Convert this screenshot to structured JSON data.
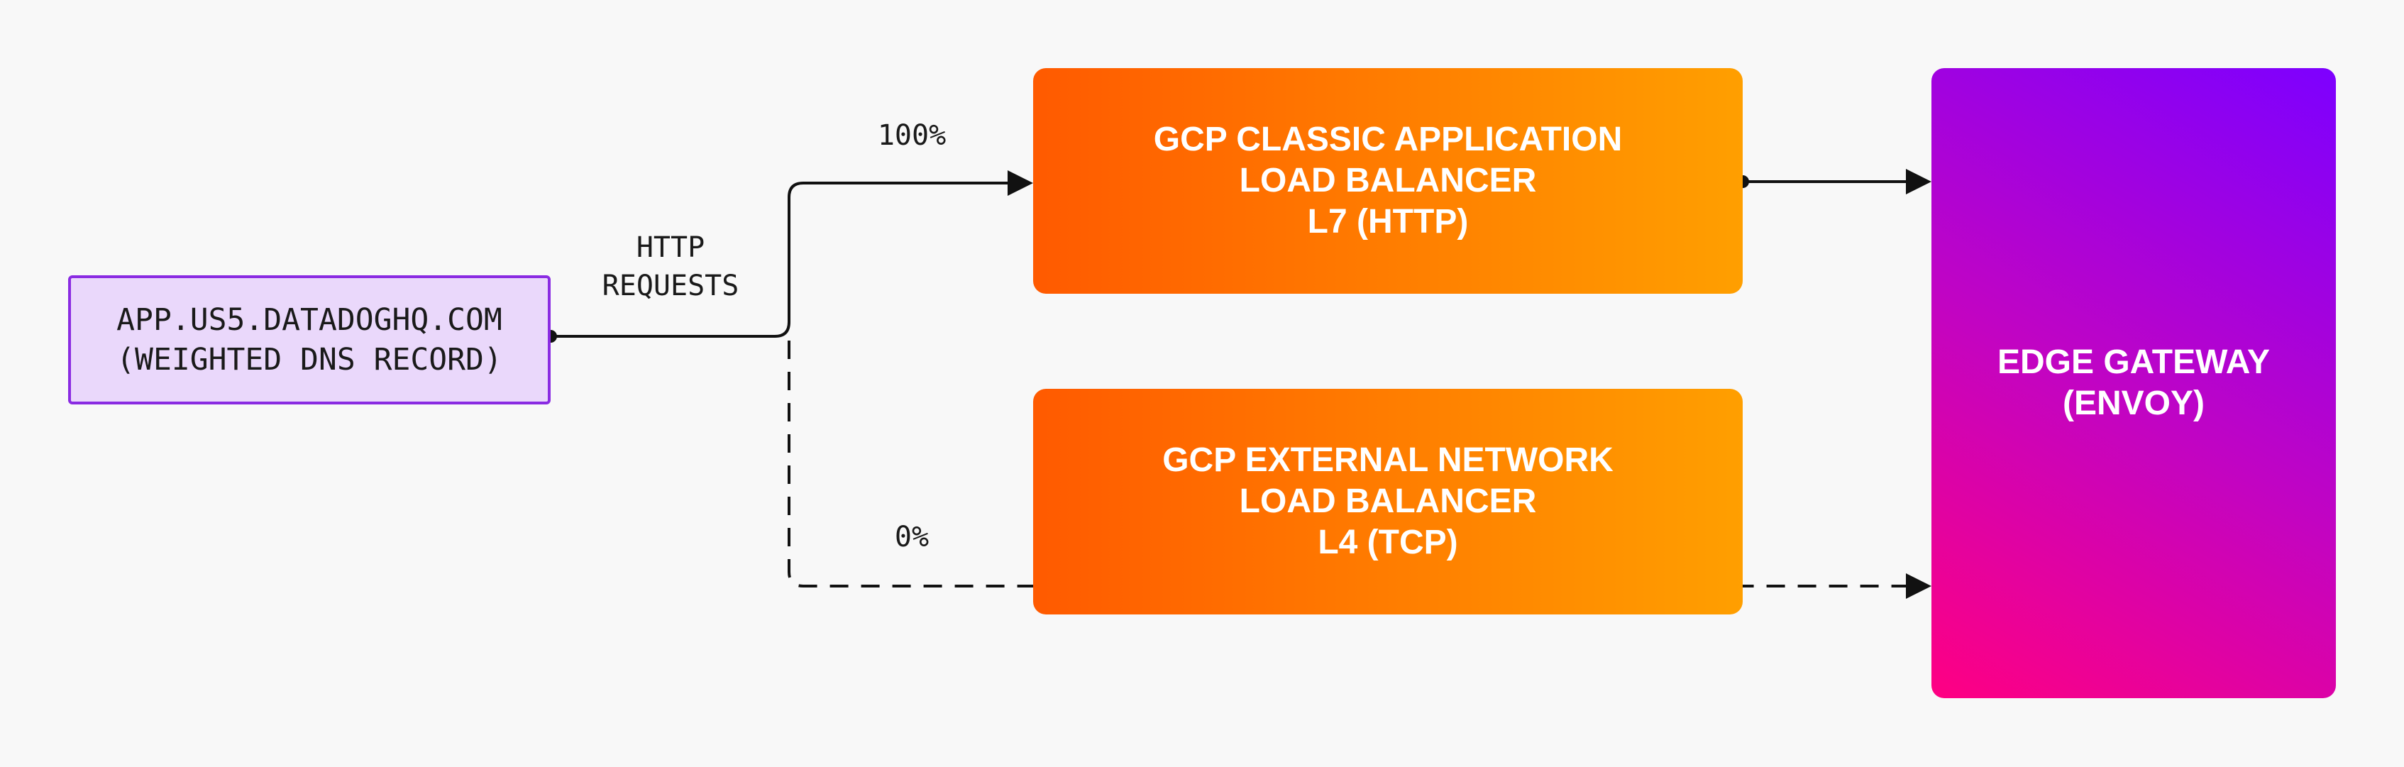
{
  "nodes": {
    "dns": {
      "line1": "APP.US5.DATADOGHQ.COM",
      "line2": "(WEIGHTED DNS RECORD)"
    },
    "lb_l7": {
      "line1": "GCP CLASSIC APPLICATION",
      "line2": "LOAD BALANCER",
      "line3": "L7 (HTTP)"
    },
    "lb_l4": {
      "line1": "GCP EXTERNAL NETWORK",
      "line2": "LOAD BALANCER",
      "line3": "L4 (TCP)"
    },
    "gateway": {
      "line1": "EDGE GATEWAY",
      "line2": "(ENVOY)"
    }
  },
  "edges": {
    "requests_label": {
      "line1": "HTTP",
      "line2": "REQUESTS"
    },
    "l7_weight": "100%",
    "l4_weight": "0%"
  },
  "colors": {
    "dns_fill": "#ead8fb",
    "dns_border": "#8a2be2",
    "lb_gradient_start": "#ff5a00",
    "lb_gradient_end": "#ff9f00",
    "gateway_gradient_top": "#7d00ff",
    "gateway_gradient_bottom": "#ff0082",
    "line": "#111111"
  }
}
